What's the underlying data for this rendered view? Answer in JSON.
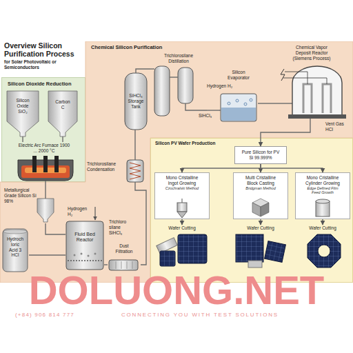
{
  "diagram": {
    "title": "Overview Silicon Purification Process",
    "nodes": [
      {
        "text": [
          "Silicon Dioxide Reduction"
        ]
      },
      {
        "text": [
          "Silicon Oxide SiO₂"
        ],
        "in": 0
      },
      {
        "text": [
          "Carbon C"
        ],
        "in": 0
      },
      {
        "text": [
          "Electric Arc Furnace 1900 ... 2000 °C"
        ],
        "in": 0
      },
      {
        "text": [
          "Chemical Silicon Purification"
        ]
      },
      {
        "text": [
          "Metallurgical Grade Silicon Si 98%"
        ],
        "in": 4
      },
      {
        "text": [
          "Hydroch loric Acid 3 HCl"
        ],
        "in": 4
      },
      {
        "text": [
          "Fluid Bed Reactor"
        ],
        "in": 4
      },
      {
        "text": [
          "Dust Filtration"
        ],
        "in": 4
      },
      {
        "text": [
          "Trichlorosilane Condensation"
        ],
        "in": 4
      },
      {
        "text": [
          "SiHCl₃ Storage Tank"
        ],
        "in": 4
      },
      {
        "text": [
          "Trichlorosilane Distillation"
        ],
        "in": 4
      },
      {
        "text": [
          "Silicon Evaporator"
        ],
        "in": 4
      },
      {
        "text": [
          "Chemical Vapor Deposit Reactor (Siemens Process)"
        ],
        "in": 4
      },
      {
        "text": [
          "Silicon PV Wafer Production"
        ]
      },
      {
        "text": [
          "Pure Silicon for PV",
          "Si 99.999%"
        ],
        "in": 14
      },
      {
        "text": [
          "Mono Cristalline Ingot Growing",
          "Czochralski Method"
        ],
        "in": 14
      },
      {
        "text": [
          "Multi Cristalline Block Casting",
          "Bridgman Method"
        ],
        "in": 14
      },
      {
        "text": [
          "Mono Cristalline Cylinder Growing",
          "Edge Defined Film Feed Growth"
        ],
        "in": 14
      },
      {
        "text": [
          "Wafer Cutting"
        ],
        "in": 14
      },
      {
        "text": [
          "Wafer Cutting"
        ],
        "in": 14
      },
      {
        "text": [
          "Wafer Cutting"
        ],
        "in": 14
      }
    ],
    "edges": [
      {
        "from": 1,
        "to": 3,
        "arrow": "none"
      },
      {
        "from": 2,
        "to": 3,
        "arrow": "none"
      },
      {
        "from": 3,
        "to": 5,
        "arrow": "none"
      },
      {
        "from": 5,
        "to": 7,
        "arrow": "none"
      },
      {
        "from": 6,
        "to": 7,
        "arrow": "none"
      },
      {
        "from": 7,
        "to": 8,
        "arrow": "none"
      },
      {
        "from": 8,
        "to": 9,
        "arrow": "none"
      },
      {
        "from": 9,
        "to": 10,
        "arrow": "none"
      },
      {
        "from": 10,
        "to": 11,
        "arrow": "none"
      },
      {
        "from": 11,
        "to": 12,
        "arrow": "none"
      },
      {
        "from": 12,
        "to": 13,
        "arrow": "none"
      },
      {
        "from": 13,
        "to": 15,
        "arrow": "to"
      },
      {
        "from": 15,
        "to": 16,
        "arrow": "to"
      },
      {
        "from": 15,
        "to": 17,
        "arrow": "to"
      },
      {
        "from": 15,
        "to": 18,
        "arrow": "to"
      },
      {
        "from": 16,
        "to": 19,
        "arrow": "to"
      },
      {
        "from": 17,
        "to": 20,
        "arrow": "to"
      },
      {
        "from": 18,
        "to": 21,
        "arrow": "to"
      }
    ],
    "labels": [
      "for Solar Photovoltaic or Semiconductors",
      "Hydrogen H₂",
      "Trichloro silane SiHCl₃",
      "Hydrogen H₂",
      "SiHCl₃",
      "Vent Gas HCl",
      "DOLUONG.NET",
      "(+84) 906 814 777",
      "CONNECTING YOU WITH TEST SOLUTIONS"
    ]
  }
}
